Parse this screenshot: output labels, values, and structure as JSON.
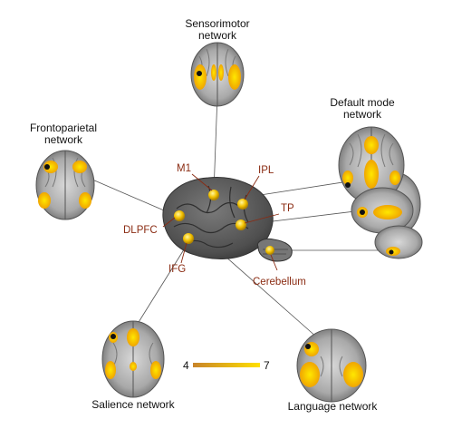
{
  "networks": {
    "sensorimotor": {
      "line1": "Sensorimotor",
      "line2": "network"
    },
    "default_mode": {
      "line1": "Default mode",
      "line2": "network"
    },
    "frontoparietal": {
      "line1": "Frontoparietal",
      "line2": "network"
    },
    "salience": {
      "label": "Salience network"
    },
    "language": {
      "label": "Language network"
    }
  },
  "regions": {
    "m1": "M1",
    "ipl": "IPL",
    "tp": "TP",
    "dlpfc": "DLPFC",
    "ifg": "IFG",
    "cerebellum": "Cerebellum"
  },
  "colorbar": {
    "min": "4",
    "max": "7",
    "color_low": "#c8842a",
    "color_high": "#ffe000"
  },
  "colors": {
    "region_text": "#8a2b12",
    "activation": "#f2b705",
    "brain_gray": "#6b6b6b",
    "connector": "#555555"
  }
}
